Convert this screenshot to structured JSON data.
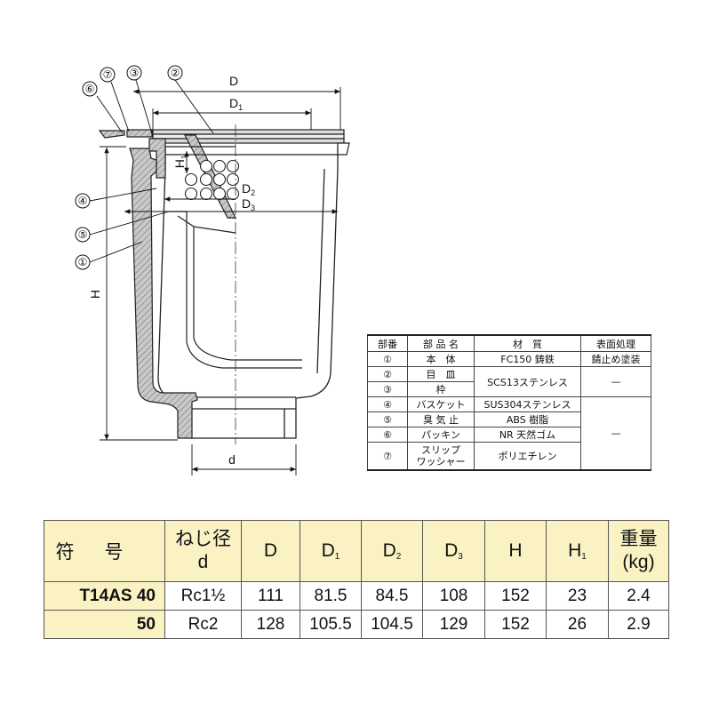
{
  "drawing": {
    "labels": {
      "D": "D",
      "D1": "D",
      "D1_sub": "1",
      "D2": "D",
      "D2_sub": "2",
      "D3": "D",
      "D3_sub": "3",
      "H": "H",
      "H1": "H",
      "H1_sub": "1",
      "d": "d"
    },
    "callouts": [
      "⑦",
      "③",
      "②",
      "⑥",
      "④",
      "⑤",
      "①"
    ]
  },
  "parts_table": {
    "headers": [
      "部番",
      "部 品 名",
      "材　質",
      "表面処理"
    ],
    "rows": [
      {
        "no": "①",
        "name": "本　体",
        "material": "FC150 鋳鉄",
        "finish": "錆止め塗装"
      },
      {
        "no": "②",
        "name": "目　皿",
        "material": "SCS13ステンレス",
        "finish": "—"
      },
      {
        "no": "③",
        "name": "枠",
        "material": "",
        "finish": ""
      },
      {
        "no": "④",
        "name": "バスケット",
        "material": "SUS304ステンレス",
        "finish": "—"
      },
      {
        "no": "⑤",
        "name": "臭 気 止",
        "material": "ABS 樹脂",
        "finish": ""
      },
      {
        "no": "⑥",
        "name": "パッキン",
        "material": "NR 天然ゴム",
        "finish": ""
      },
      {
        "no": "⑦",
        "name_line1": "スリップ",
        "name_line2": "ワッシャー",
        "material": "ポリエチレン",
        "finish": ""
      }
    ]
  },
  "dimension_table": {
    "headers": {
      "symbol": "符号",
      "thread_line1": "ねじ径",
      "thread_line2": "d",
      "D": "D",
      "D1": "D",
      "D1_sub": "1",
      "D2": "D",
      "D2_sub": "2",
      "D3": "D",
      "D3_sub": "3",
      "H": "H",
      "H1": "H",
      "H1_sub": "1",
      "weight_line1": "重量",
      "weight_line2": "(kg)"
    },
    "rows": [
      {
        "model": "T14AS 40",
        "d": "Rc1½",
        "D": "111",
        "D1": "81.5",
        "D2": "84.5",
        "D3": "108",
        "H": "152",
        "H1": "23",
        "weight": "2.4"
      },
      {
        "model": "50",
        "d": "Rc2",
        "D": "128",
        "D1": "105.5",
        "D2": "104.5",
        "D3": "129",
        "H": "152",
        "H1": "26",
        "weight": "2.9"
      }
    ]
  }
}
